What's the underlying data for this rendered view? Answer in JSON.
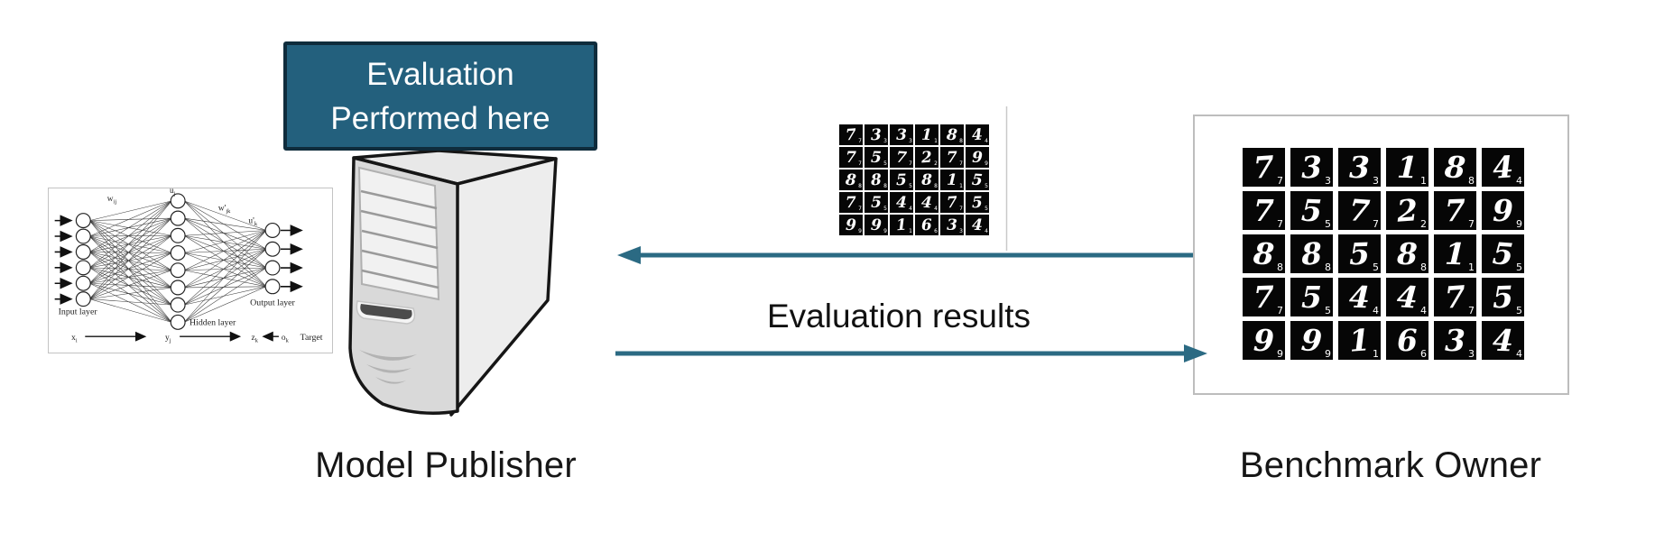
{
  "banner": {
    "line1": "Evaluation",
    "line2": "Performed here"
  },
  "actors": {
    "left": "Model Publisher",
    "right": "Benchmark Owner"
  },
  "flows": {
    "results_label": "Evaluation results"
  },
  "colors": {
    "banner_fill": "#23607D",
    "banner_border": "#0F2C3C",
    "arrow": "#2B6A83",
    "box_border": "#BDBDBD",
    "digit_bg": "#060606",
    "digit_fg": "#FFFFFF"
  },
  "nn_figure": {
    "w_in": {
      "base": "w",
      "sub": "ij"
    },
    "u_hidden": {
      "base": "u",
      "sub": "j"
    },
    "w_out": {
      "base": "w'",
      "sub": "jk"
    },
    "u_out": {
      "base": "u'",
      "sub": "k"
    },
    "input_layer": "Input layer",
    "hidden_layer": "Hidden layer",
    "output_layer": "Output layer",
    "x": {
      "base": "x",
      "sub": "i"
    },
    "y": {
      "base": "y",
      "sub": "j"
    },
    "z": {
      "base": "z",
      "sub": "k"
    },
    "o": {
      "base": "o",
      "sub": "k"
    },
    "target": "Target",
    "layers": {
      "input": 6,
      "hidden": 8,
      "output": 4
    }
  },
  "mnist": {
    "digits": [
      [
        "7",
        "3",
        "3",
        "1",
        "8",
        "4"
      ],
      [
        "7",
        "5",
        "7",
        "2",
        "7",
        "9"
      ],
      [
        "8",
        "8",
        "5",
        "8",
        "1",
        "5"
      ],
      [
        "7",
        "5",
        "4",
        "4",
        "7",
        "5"
      ],
      [
        "9",
        "9",
        "1",
        "6",
        "3",
        "4"
      ]
    ]
  }
}
